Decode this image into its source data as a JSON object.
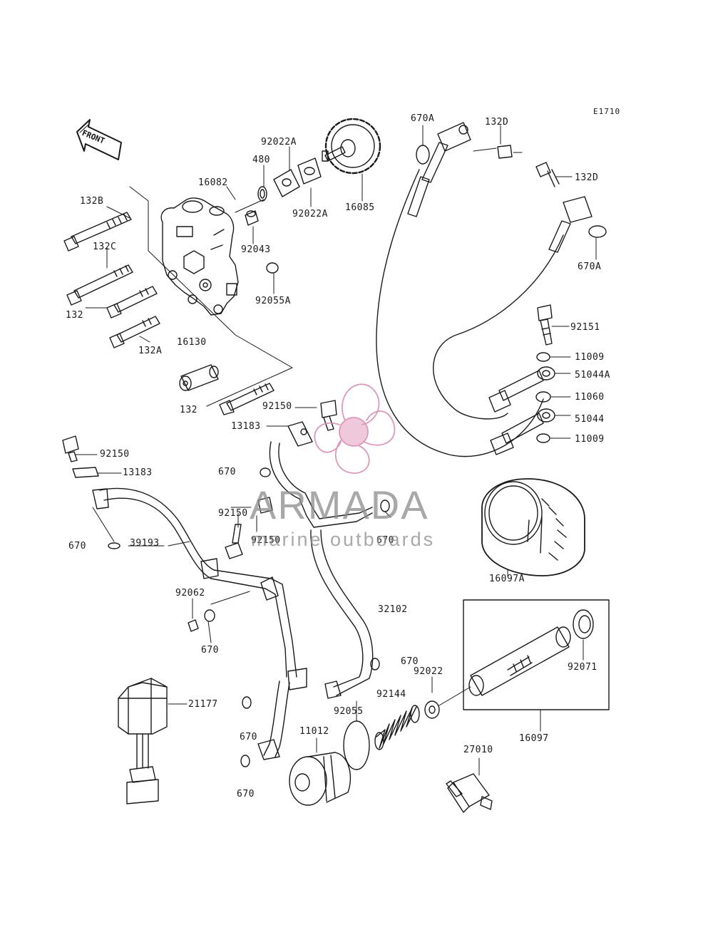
{
  "diagram": {
    "code": "E1710",
    "front_label": "FRONT"
  },
  "labels": {
    "p132B": "132B",
    "p132C": "132C",
    "p132": "132",
    "p132A": "132A",
    "p16082": "16082",
    "p480": "480",
    "p92022A_top": "92022A",
    "p92022A_bot": "92022A",
    "p16085": "16085",
    "p92043": "92043",
    "p92055A": "92055A",
    "p16130": "16130",
    "p132_lower": "132",
    "p670A_top": "670A",
    "p132D_top": "132D",
    "p132D_right": "132D",
    "p670A_right": "670A",
    "p92151": "92151",
    "p11009_a": "11009",
    "p51044A": "51044A",
    "p11060": "11060",
    "p51044": "51044",
    "p11009_b": "11009",
    "p92150_a": "92150",
    "p13183_a": "13183",
    "p92150_b": "92150",
    "p13183_b": "13183",
    "p670_a": "670",
    "p92150_c": "92150",
    "p92150_d": "92150",
    "p670_b": "670",
    "p670_c": "670",
    "p39193": "39193",
    "p16097A": "16097A",
    "p32102": "32102",
    "p92062": "92062",
    "p670_d": "670",
    "p670_e": "670",
    "p92022": "92022",
    "p92071": "92071",
    "p21177": "21177",
    "p92144": "92144",
    "p92055": "92055",
    "p11012": "11012",
    "p670_f": "670",
    "p16097": "16097",
    "p27010": "27010",
    "p670_g": "670"
  },
  "watermark": {
    "name": "ARMADA",
    "tagline": "marine outboards",
    "logo_color": "#d98cb3",
    "text_color": "#8c8c8c"
  }
}
